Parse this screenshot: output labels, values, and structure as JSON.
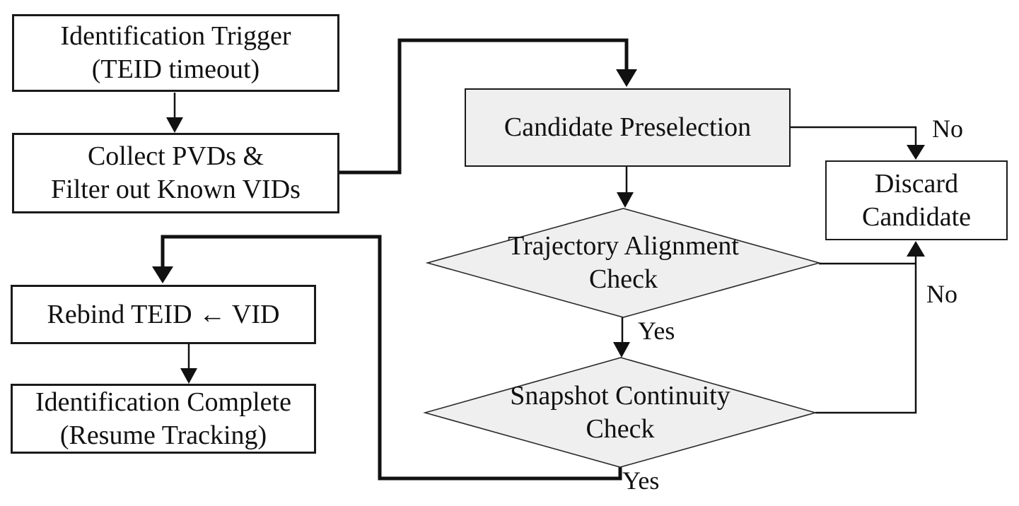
{
  "nodes": {
    "trigger": {
      "line1": "Identification Trigger",
      "line2": "(TEID timeout)"
    },
    "collect": {
      "line1": "Collect PVDs &",
      "line2": "Filter out Known VIDs"
    },
    "candidate": {
      "label": "Candidate Preselection"
    },
    "discard": {
      "line1": "Discard",
      "line2": "Candidate"
    },
    "trajectory": {
      "line1": "Trajectory Alignment",
      "line2": "Check"
    },
    "snapshot": {
      "line1": "Snapshot Continuity",
      "line2": "Check"
    },
    "rebind": {
      "label": "Rebind TEID ← VID"
    },
    "complete": {
      "line1": "Identification Complete",
      "line2": "(Resume Tracking)"
    }
  },
  "edge_labels": {
    "no_candidate": "No",
    "no_checks": "No",
    "yes_trajectory": "Yes",
    "yes_snapshot": "Yes"
  },
  "edges": [
    {
      "from": "identification-trigger",
      "to": "collect-filter",
      "label": ""
    },
    {
      "from": "collect-filter",
      "to": "candidate-preselection",
      "label": ""
    },
    {
      "from": "candidate-preselection",
      "to": "trajectory-alignment-check",
      "label": ""
    },
    {
      "from": "candidate-preselection",
      "to": "discard-candidate",
      "label": "No"
    },
    {
      "from": "trajectory-alignment-check",
      "to": "discard-candidate",
      "label": "No"
    },
    {
      "from": "trajectory-alignment-check",
      "to": "snapshot-continuity-check",
      "label": "Yes"
    },
    {
      "from": "snapshot-continuity-check",
      "to": "discard-candidate",
      "label": "No"
    },
    {
      "from": "snapshot-continuity-check",
      "to": "rebind-teid-vid",
      "label": "Yes"
    },
    {
      "from": "rebind-teid-vid",
      "to": "identification-complete",
      "label": ""
    }
  ],
  "colors": {
    "decision_fill": "#efefef",
    "process_fill": "#ffffff",
    "line": "#111111",
    "background": "#ffffff"
  }
}
